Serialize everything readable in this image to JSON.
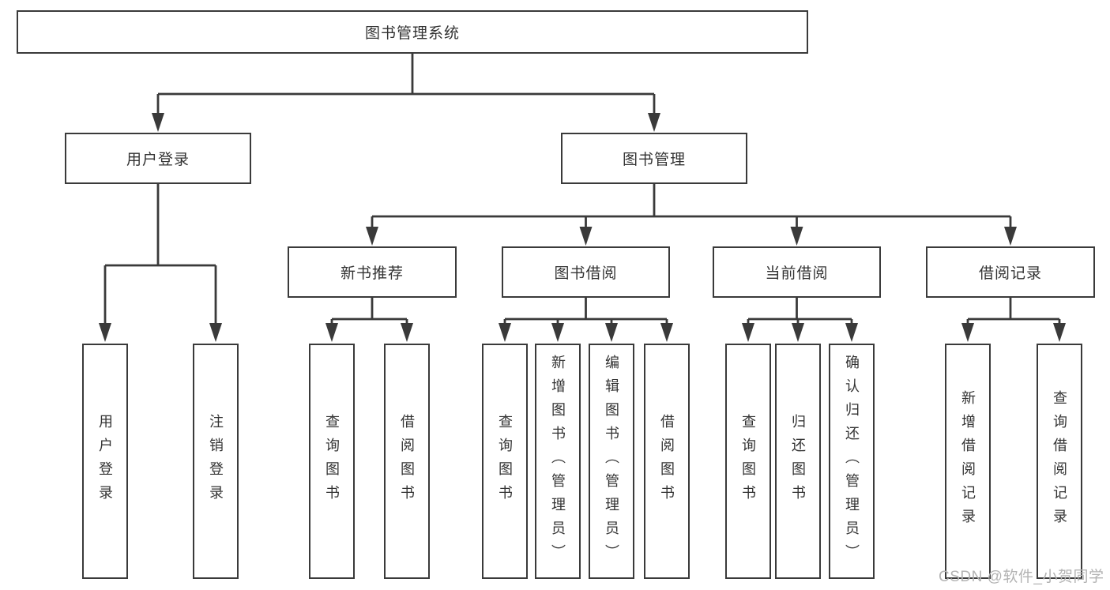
{
  "diagram": {
    "root": "图书管理系统",
    "level2": {
      "user": "用户登录",
      "book": "图书管理"
    },
    "user_children": [
      "用户登录",
      "注销登录"
    ],
    "groups": [
      {
        "label": "新书推荐",
        "children": [
          "查询图书",
          "借阅图书"
        ]
      },
      {
        "label": "图书借阅",
        "children": [
          "查询图书",
          "新增图书（管理员）",
          "编辑图书（管理员）",
          "借阅图书"
        ]
      },
      {
        "label": "当前借阅",
        "children": [
          "查询图书",
          "归还图书",
          "确认归还（管理员）"
        ]
      },
      {
        "label": "借阅记录",
        "children": [
          "新增借阅记录",
          "查询借阅记录"
        ]
      }
    ]
  },
  "watermark": "CSDN @软件_小贺同学",
  "colors": {
    "line": "#3a3a3a",
    "text": "#333333",
    "background": "#ffffff",
    "watermark": "#b3b3b3"
  }
}
